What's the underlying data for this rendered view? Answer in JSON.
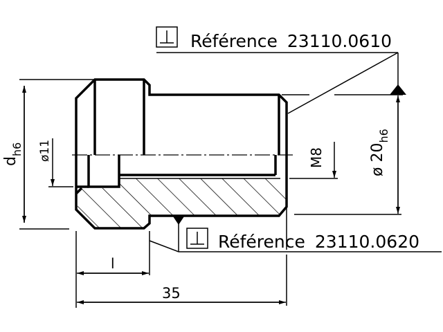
{
  "drawing": {
    "reference_top": {
      "symbol": "perpendicularity-symbol",
      "label": "Référence",
      "number": "23110.0610"
    },
    "reference_bottom": {
      "symbol": "perpendicularity-symbol",
      "label": "Référence",
      "number": "23110.0620"
    },
    "dimensions": {
      "d_main": "d",
      "d_tol": "h6",
      "bore": "ø11",
      "thread": "M8",
      "outer_main": "ø 20",
      "outer_tol": "h6",
      "head_length": "l",
      "total_length": "35"
    },
    "colors": {
      "line": "#000000",
      "background": "#ffffff"
    }
  }
}
